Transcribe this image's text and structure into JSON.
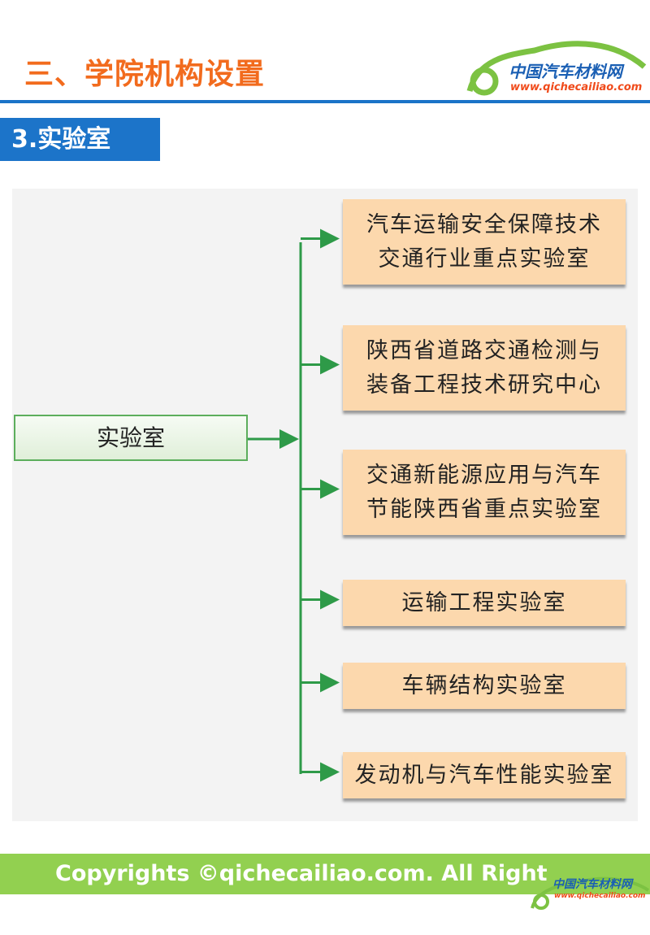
{
  "header": {
    "title": "三、学院机构设置",
    "logo_cn": "中国汽车材料网",
    "logo_url": "www.qichecailiao.com"
  },
  "section": {
    "label": "3.实验室"
  },
  "diagram": {
    "root": "实验室",
    "nodes": [
      {
        "line1": "汽车运输安全保障技术",
        "line2": "交通行业重点实验室"
      },
      {
        "line1": "陕西省道路交通检测与",
        "line2": "装备工程技术研究中心"
      },
      {
        "line1": "交通新能源应用与汽车",
        "line2": "节能陕西省重点实验室"
      },
      {
        "line1": "运输工程实验室",
        "line2": ""
      },
      {
        "line1": "车辆结构实验室",
        "line2": ""
      },
      {
        "line1": "发动机与汽车性能实验室",
        "line2": ""
      }
    ],
    "line_color": "#2e9a48"
  },
  "footer": {
    "text": "Copyrights ©qichecailiao.com. All Right Reserved",
    "logo_cn": "中国汽车材料网",
    "logo_url": "www.qichecailiao.com"
  }
}
